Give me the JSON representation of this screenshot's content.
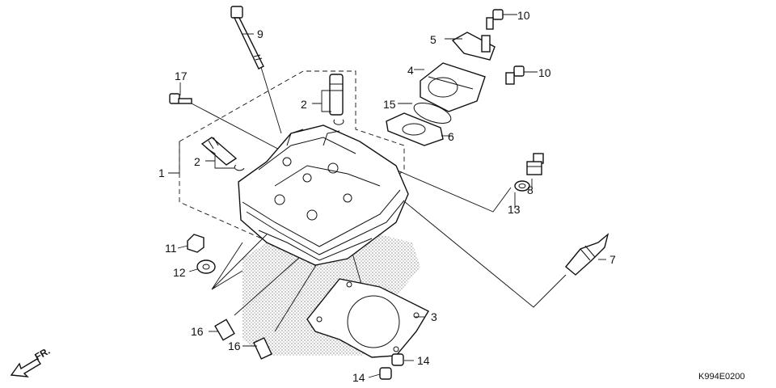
{
  "diagram": {
    "code": "K994E0200",
    "direction_label": "FR.",
    "callouts": {
      "n1": "1",
      "n2a": "2",
      "n2b": "2",
      "n3": "3",
      "n4": "4",
      "n5": "5",
      "n6": "6",
      "n7": "7",
      "n8": "8",
      "n9": "9",
      "n10a": "10",
      "n10b": "10",
      "n11": "11",
      "n12": "12",
      "n13": "13",
      "n14a": "14",
      "n14b": "14",
      "n15": "15",
      "n16a": "16",
      "n16b": "16",
      "n17": "17"
    }
  }
}
